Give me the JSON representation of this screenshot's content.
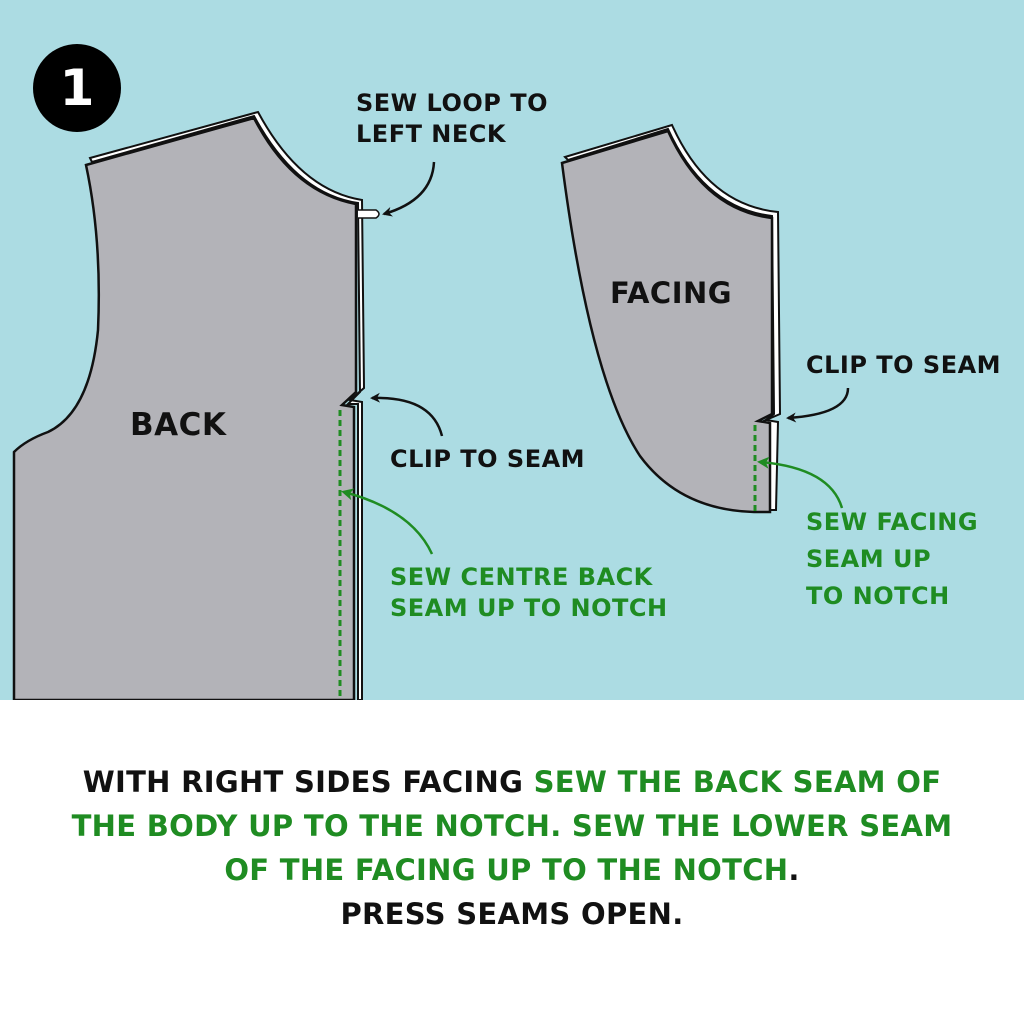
{
  "step": {
    "number": "1"
  },
  "pieces": {
    "back": {
      "label": "BACK"
    },
    "facing": {
      "label": "FACING"
    }
  },
  "callouts": {
    "loop": {
      "line1": "SEW LOOP TO",
      "line2": "LEFT NECK"
    },
    "clip_back": {
      "text": "CLIP TO SEAM"
    },
    "sew_back": {
      "line1": "SEW CENTRE BACK",
      "line2": "SEAM UP TO NOTCH"
    },
    "clip_facing": {
      "text": "CLIP TO SEAM"
    },
    "sew_facing": {
      "line1": "SEW FACING",
      "line2": "SEAM UP",
      "line3": "TO NOTCH"
    }
  },
  "instructions": {
    "line1_black": "WITH RIGHT SIDES FACING ",
    "line1_green": "SEW THE BACK SEAM OF",
    "line2_green": "THE BODY UP TO THE NOTCH. SEW THE LOWER SEAM",
    "line3_green": "OF THE FACING UP TO THE NOTCH",
    "line3_black": ".",
    "line4_black": "PRESS SEAMS OPEN."
  },
  "colors": {
    "background_panel": "#acdce3",
    "fabric": "#b3b3b8",
    "stitch_green": "#1f8c22",
    "text_black": "#111111"
  }
}
